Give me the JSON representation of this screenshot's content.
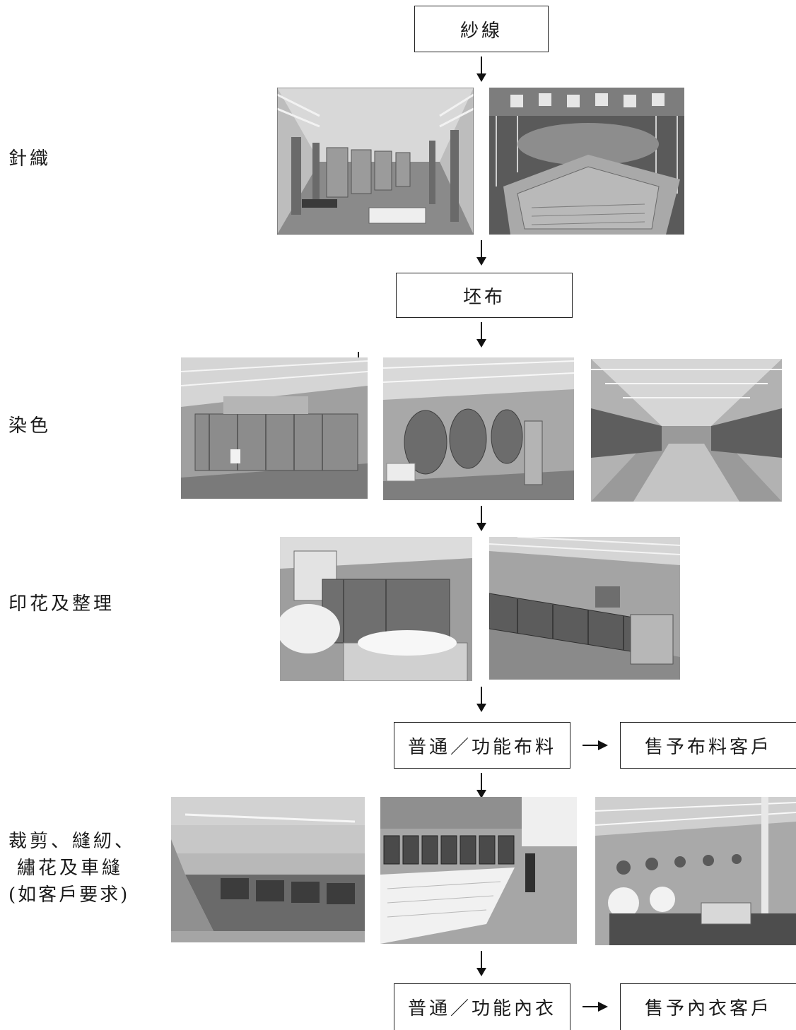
{
  "flow": {
    "yarn": "紗線",
    "greige_fabric": "坯布",
    "fabric_product": "普通／功能布料",
    "fabric_sale": "售予布料客戶",
    "underwear_product": "普通／功能內衣",
    "underwear_sale": "售予內衣客戶"
  },
  "stages": {
    "knitting": "針織",
    "dyeing": "染色",
    "printing_finishing": "印花及整理",
    "sewing_line1": "裁剪、縫紉、",
    "sewing_line2": "繡花及車縫",
    "sewing_line3": "(如客戶要求)"
  },
  "photos": {
    "knitting": [
      "knitting-hall-photo",
      "circular-knitting-machine-photo"
    ],
    "dyeing": [
      "dyeing-machines-photo",
      "dyeing-vats-photo",
      "dyeing-hall-photo"
    ],
    "printing_finishing": [
      "finishing-machine-photo",
      "printing-line-photo"
    ],
    "sewing": [
      "cutting-tables-photo",
      "embroidery-machines-photo",
      "sewing-workshop-photo"
    ]
  }
}
